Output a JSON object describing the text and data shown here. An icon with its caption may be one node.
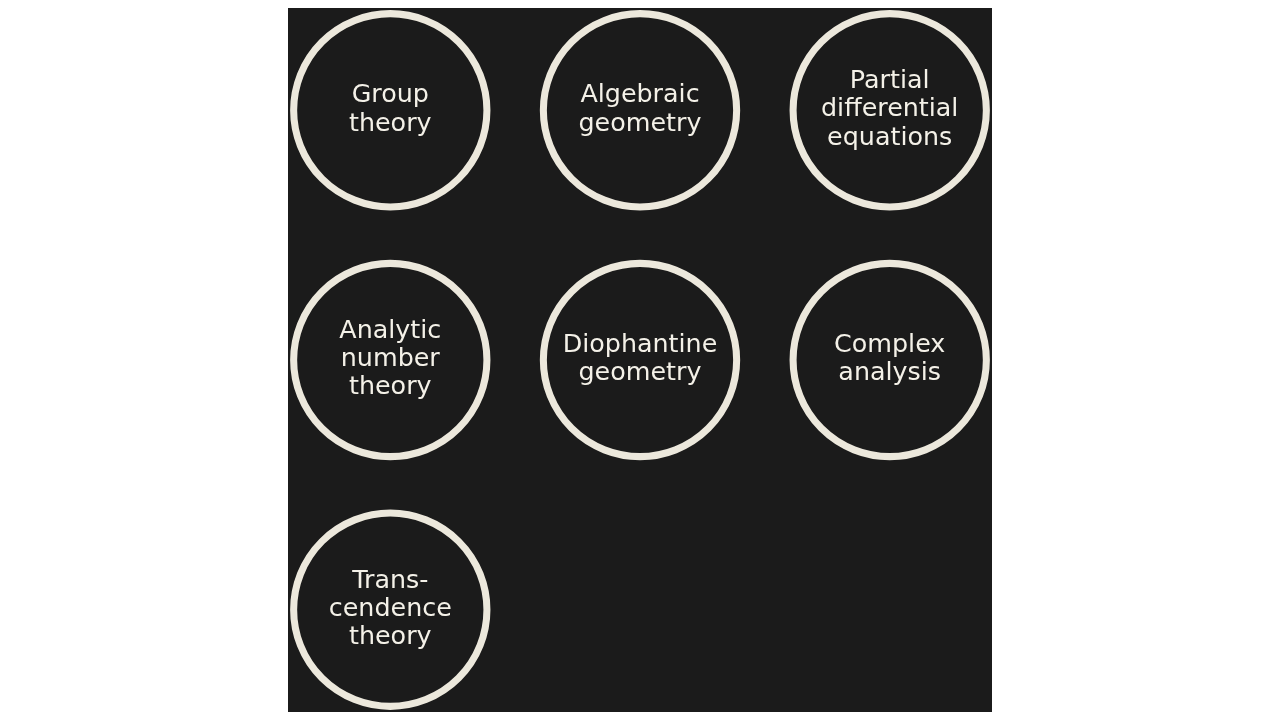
{
  "diagram": {
    "nodes": [
      {
        "text": [
          "Group theory"
        ]
      },
      {
        "text": [
          "Algebraic geometry"
        ]
      },
      {
        "text": [
          "Partial differential equations"
        ]
      },
      {
        "text": [
          "Analytic number theory"
        ]
      },
      {
        "text": [
          "Diophantine geometry"
        ]
      },
      {
        "text": [
          "Complex analysis"
        ]
      },
      {
        "text": [
          "Trans- cendence theory"
        ]
      }
    ]
  }
}
